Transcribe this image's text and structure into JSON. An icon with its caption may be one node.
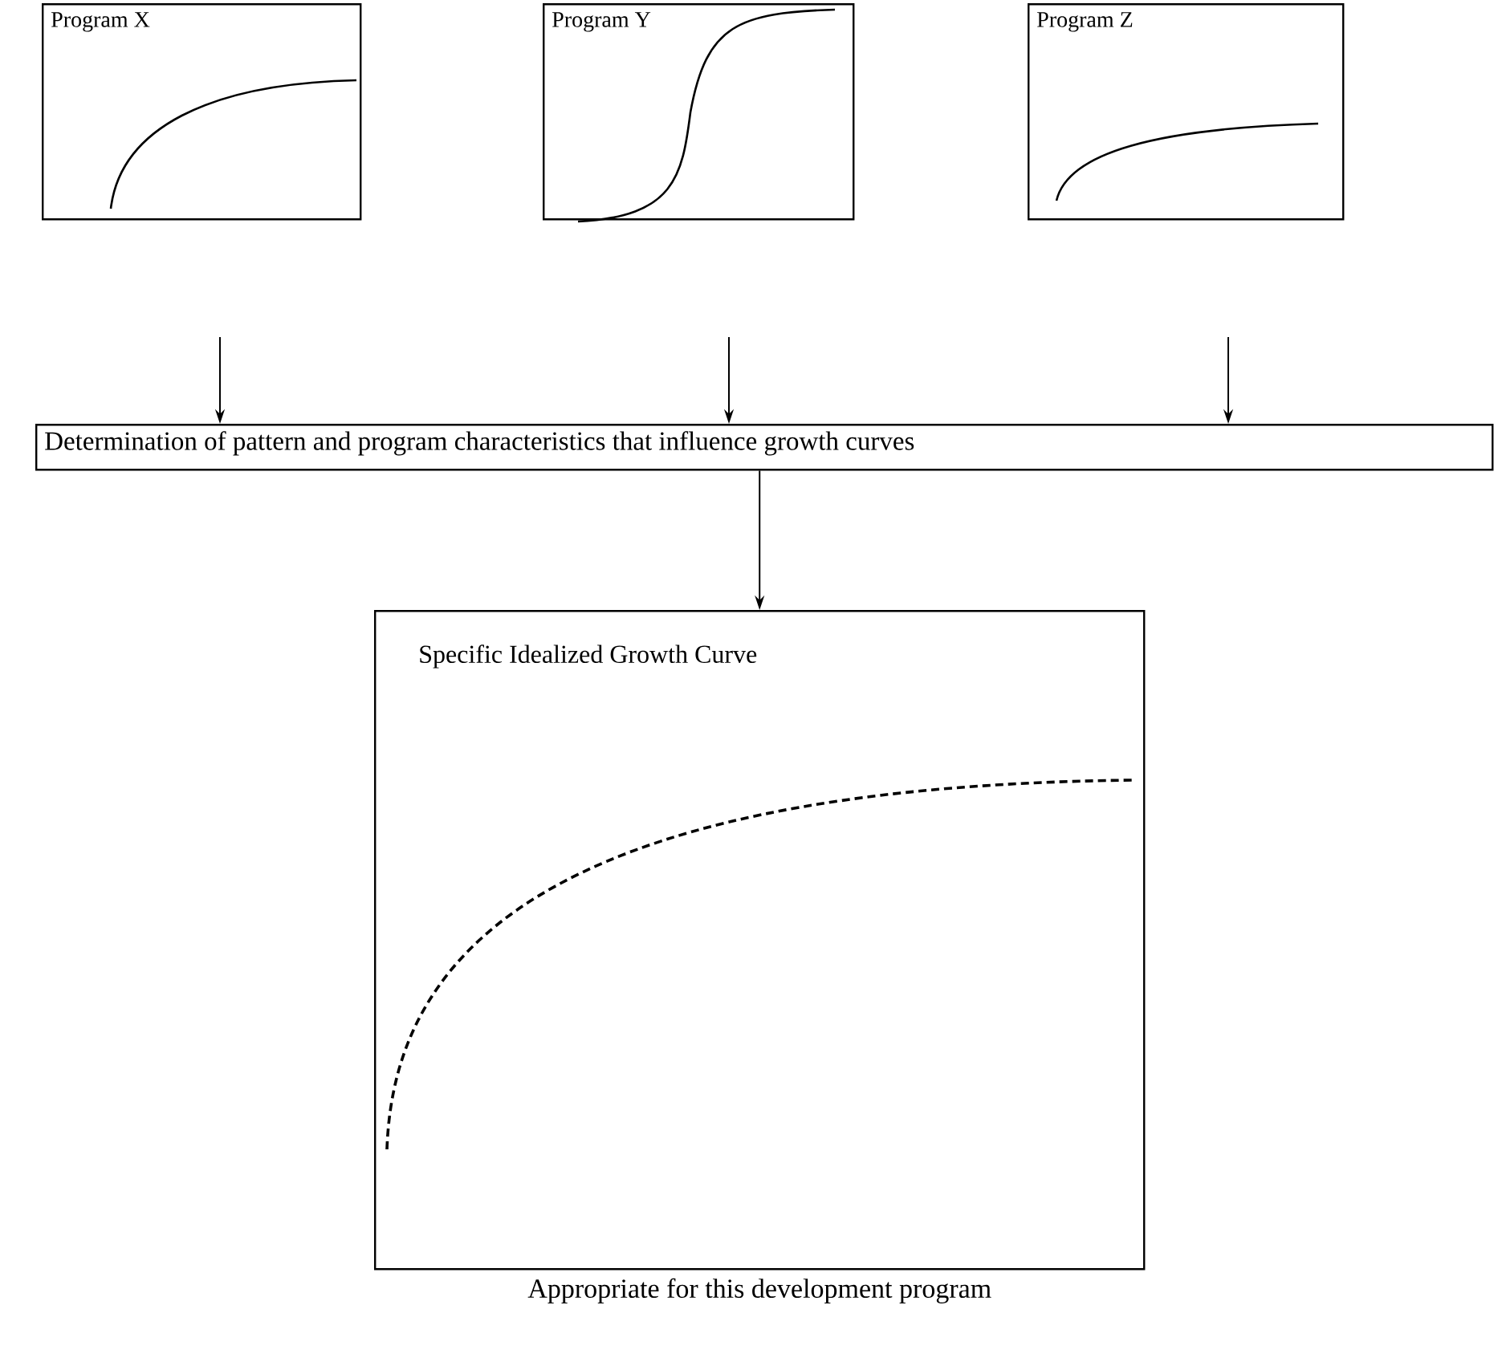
{
  "diagram": {
    "nodes": [
      {
        "text": [
          "Program X"
        ]
      },
      {
        "text": [
          "Program Y"
        ]
      },
      {
        "text": [
          "Program Z"
        ]
      },
      {
        "text": [
          "Determination of pattern and program characteristics that influence growth curves"
        ]
      },
      {
        "text": [
          "Specific Idealized Growth Curve"
        ],
        "beside": [
          "Appropriate for this development program"
        ]
      }
    ],
    "edges": [
      {
        "from": null,
        "to": 3,
        "arrow": "to"
      },
      {
        "from": null,
        "to": 3,
        "arrow": "to"
      },
      {
        "from": null,
        "to": 3,
        "arrow": "to"
      },
      {
        "from": 3,
        "to": 4,
        "arrow": "to"
      }
    ]
  }
}
